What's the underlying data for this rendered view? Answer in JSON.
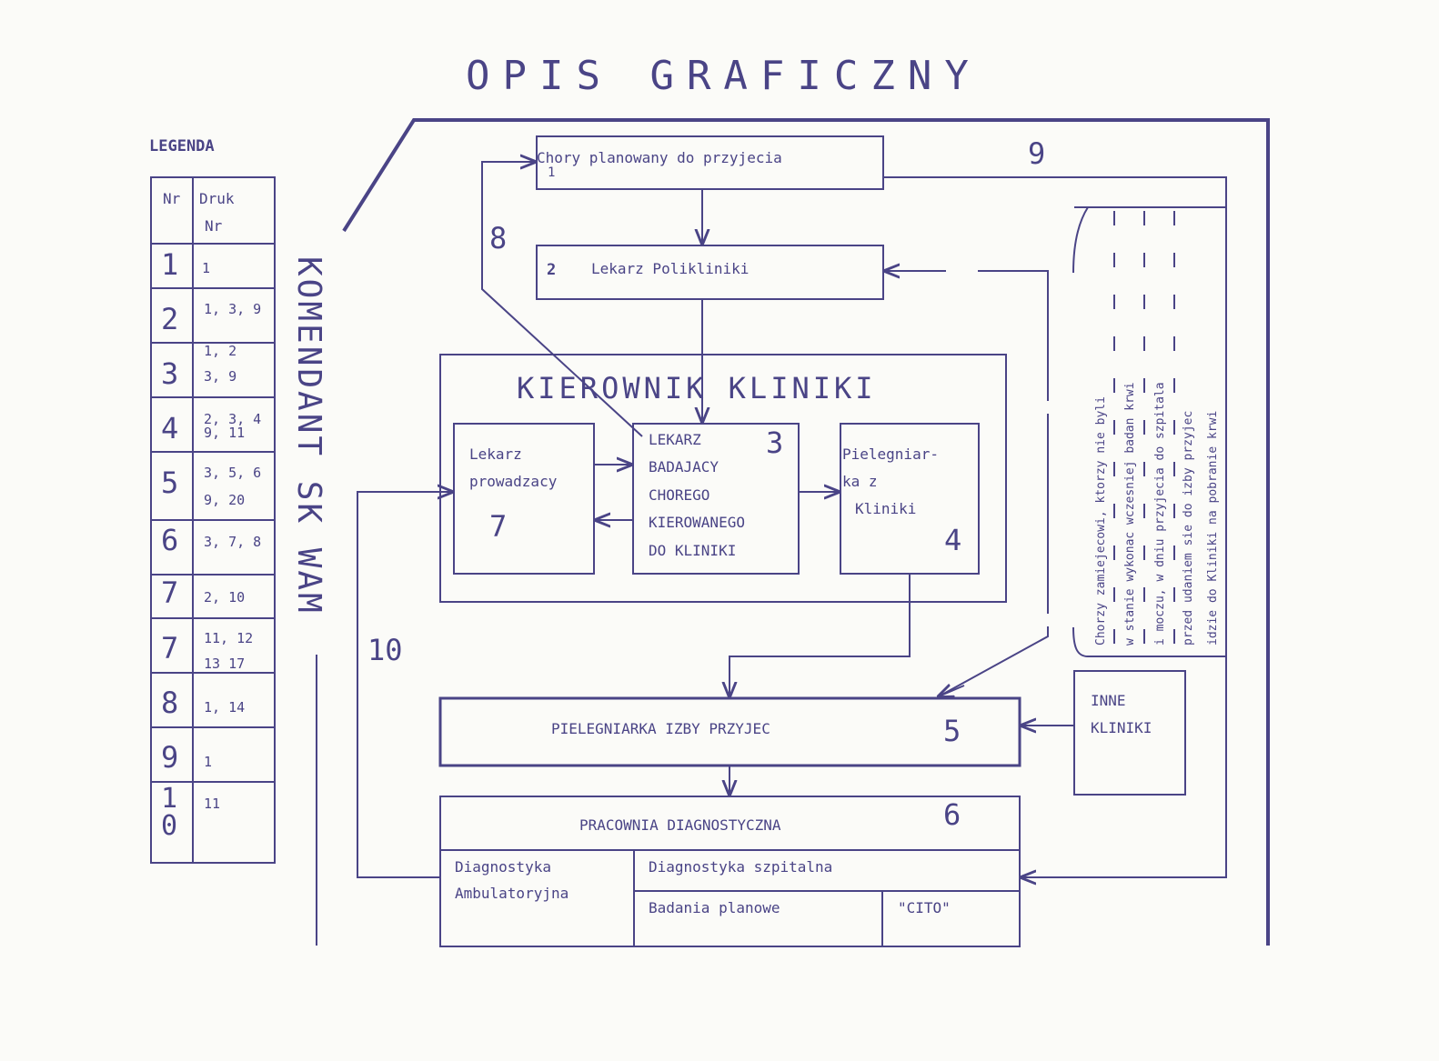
{
  "title": "OPIS GRAFICZNY",
  "legend": {
    "heading": "LEGENDA",
    "col_nr": "Nr",
    "col_druk": [
      "Druk",
      "Nr"
    ],
    "rows": [
      {
        "nr": [
          "1"
        ],
        "druk": [
          "1"
        ]
      },
      {
        "nr": [
          "2"
        ],
        "druk": [
          "1, 3, 9"
        ]
      },
      {
        "nr": [
          "3"
        ],
        "druk": [
          "1, 2",
          "3, 9"
        ]
      },
      {
        "nr": [
          "4"
        ],
        "druk": [
          "2, 3, 4",
          "9, 11"
        ]
      },
      {
        "nr": [
          "5"
        ],
        "druk": [
          "3, 5, 6",
          "9, 20"
        ]
      },
      {
        "nr": [
          "6"
        ],
        "druk": [
          "3, 7, 8"
        ]
      },
      {
        "nr": [
          "7"
        ],
        "druk": [
          "2, 10"
        ]
      },
      {
        "nr": [
          "7"
        ],
        "druk": [
          "11, 12",
          "13  17"
        ]
      },
      {
        "nr": [
          "8"
        ],
        "druk": [
          "1, 14"
        ]
      },
      {
        "nr": [
          "9"
        ],
        "druk": [
          "1"
        ]
      },
      {
        "nr": [
          "1",
          "0"
        ],
        "druk": [
          "11"
        ]
      }
    ]
  },
  "vertical_label": "KOMENDANT SK WAM",
  "boxes": {
    "chory": {
      "text": "Chory planowany do przyjecia",
      "num": "1"
    },
    "lekarz_polikliniki": {
      "num": "2",
      "text": "Lekarz Polikliniki"
    },
    "kierownik": "KIEROWNIK KLINIKI",
    "lekarz_prowadzacy": {
      "lines": [
        "Lekarz",
        "prowadzacy"
      ],
      "num": "7"
    },
    "lekarz_badajacy": {
      "lines": [
        "LEKARZ",
        "BADAJACY",
        "CHOREGO",
        "KIEROWANEGO",
        "DO KLINIKI"
      ],
      "num": "3"
    },
    "pielegniarka_kliniki": {
      "lines": [
        "Pielegniar-",
        "ka z",
        "Kliniki"
      ],
      "num": "4"
    },
    "pielegniarka_izby": {
      "text": "PIELEGNIARKA IZBY PRZYJEC",
      "num": "5"
    },
    "inne_kliniki": {
      "lines": [
        "INNE",
        "KLINIKI"
      ]
    },
    "pracownia": {
      "text": "PRACOWNIA DIAGNOSTYCZNA",
      "num": "6"
    },
    "diag_ambulatoryjna": {
      "lines": [
        "Diagnostyka",
        "Ambulatoryjna"
      ]
    },
    "diag_szpitalna": "Diagnostyka szpitalna",
    "badania_planowe": "Badania planowe",
    "cito": "\"CITO\""
  },
  "flow_labels": {
    "n8": "8",
    "n9": "9",
    "n10": "10"
  },
  "side_note": [
    "Chorzy zamiejecowi, ktorzy nie byli",
    "w stanie wykonac wczesniej badan krwi",
    "i moczu, w dniu przyjecia do szpitala",
    "przed udaniem sie do izby przyjec",
    "idzie do Kliniki na pobranie krwi"
  ],
  "colors": {
    "ink": "#4a4486",
    "paper": "#fbfbf8"
  }
}
